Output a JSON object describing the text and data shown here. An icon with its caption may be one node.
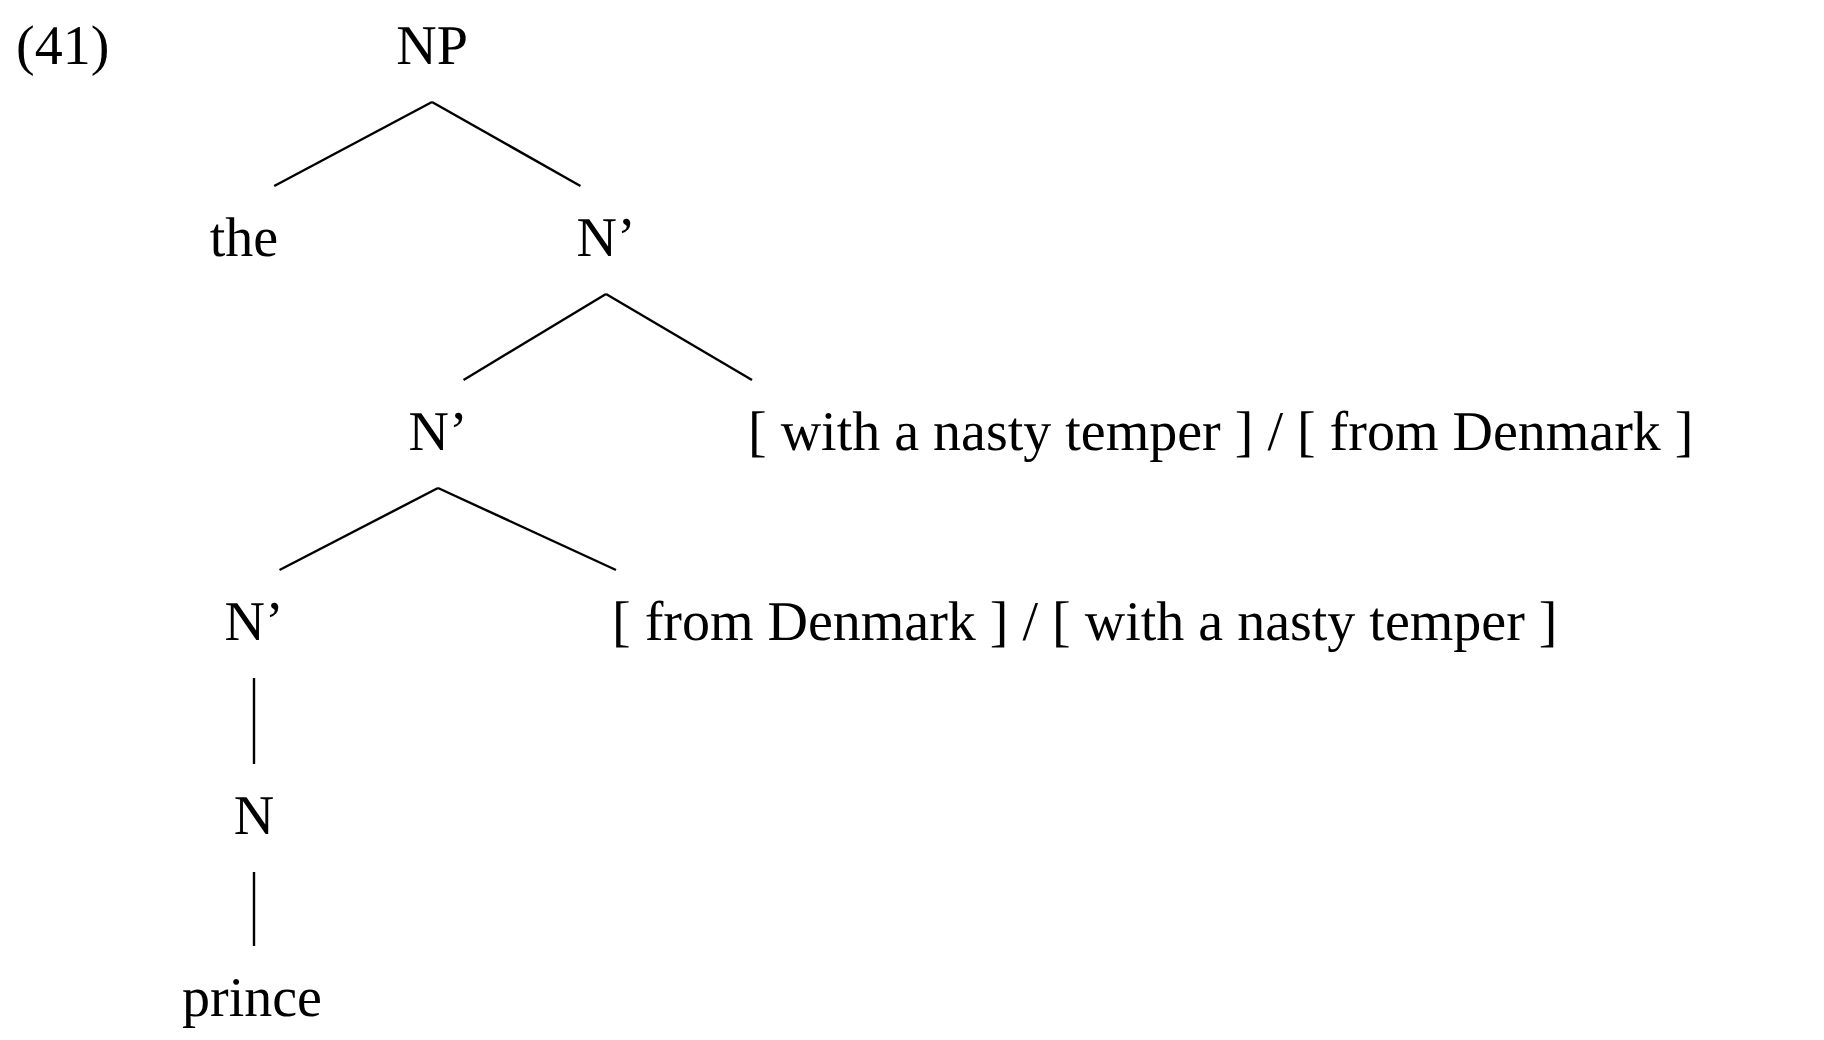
{
  "diagram": {
    "nodes": [
      {
        "text": [
          "NP"
        ]
      },
      {
        "text": [
          "the"
        ]
      },
      {
        "text": [
          "N’"
        ]
      },
      {
        "text": [
          "N’"
        ]
      },
      {
        "text": [
          "[ with a nasty temper ] / [ from Denmark ]"
        ]
      },
      {
        "text": [
          "N’"
        ]
      },
      {
        "text": [
          "[ from Denmark ] / [ with a nasty temper ]"
        ]
      },
      {
        "text": [
          "N"
        ]
      },
      {
        "text": [
          "prince"
        ]
      }
    ],
    "edges": [
      {
        "from": 0,
        "to": 1,
        "arrow": "none"
      },
      {
        "from": 0,
        "to": 2,
        "arrow": "none"
      },
      {
        "from": 2,
        "to": 3,
        "arrow": "none"
      },
      {
        "from": 2,
        "to": 4,
        "arrow": "none"
      },
      {
        "from": 3,
        "to": 5,
        "arrow": "none"
      },
      {
        "from": 3,
        "to": 6,
        "arrow": "none"
      },
      {
        "from": 5,
        "to": 7,
        "arrow": "none"
      },
      {
        "from": 7,
        "to": 8,
        "arrow": "none"
      }
    ],
    "labels": [
      "(41)"
    ]
  }
}
